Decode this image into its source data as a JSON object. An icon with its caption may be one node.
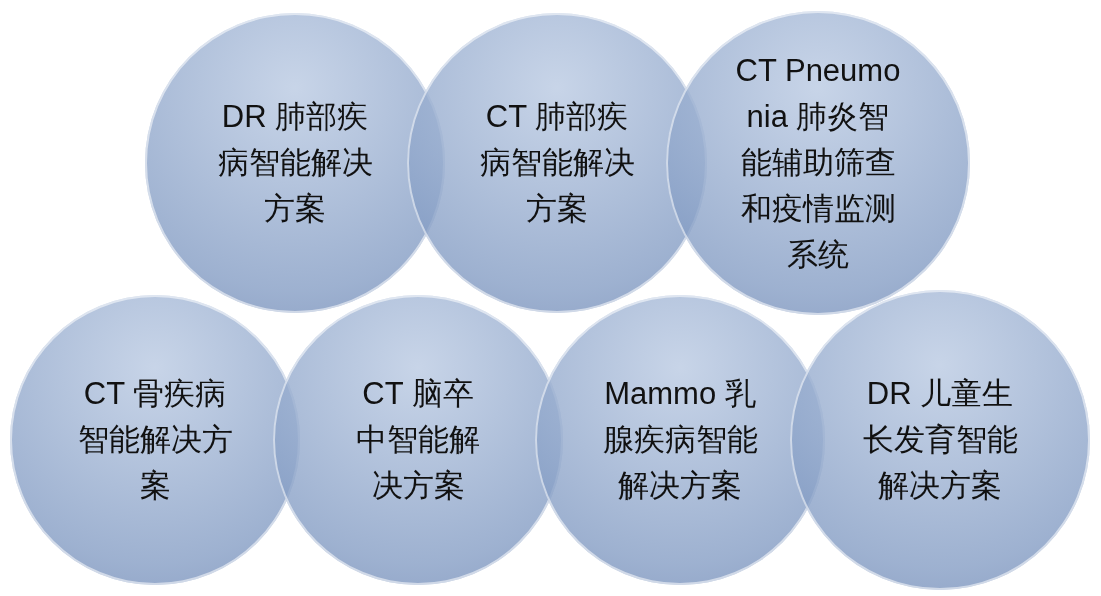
{
  "diagram": {
    "nodes": [
      {
        "text": [
          "DR 肺部疾病智能解决方案"
        ]
      },
      {
        "text": [
          "CT 肺部疾病智能解决方案"
        ]
      },
      {
        "text": [
          "CT Pneumonia 肺炎智能辅助筛查和疫情监测系统"
        ]
      },
      {
        "text": [
          "CT 骨疾病智能解决方案"
        ]
      },
      {
        "text": [
          "CT 脑卒中智能解决方案"
        ]
      },
      {
        "text": [
          "Mammo 乳腺疾病智能解决方案"
        ]
      },
      {
        "text": [
          "DR 儿童生长发育智能解决方案"
        ]
      }
    ]
  }
}
